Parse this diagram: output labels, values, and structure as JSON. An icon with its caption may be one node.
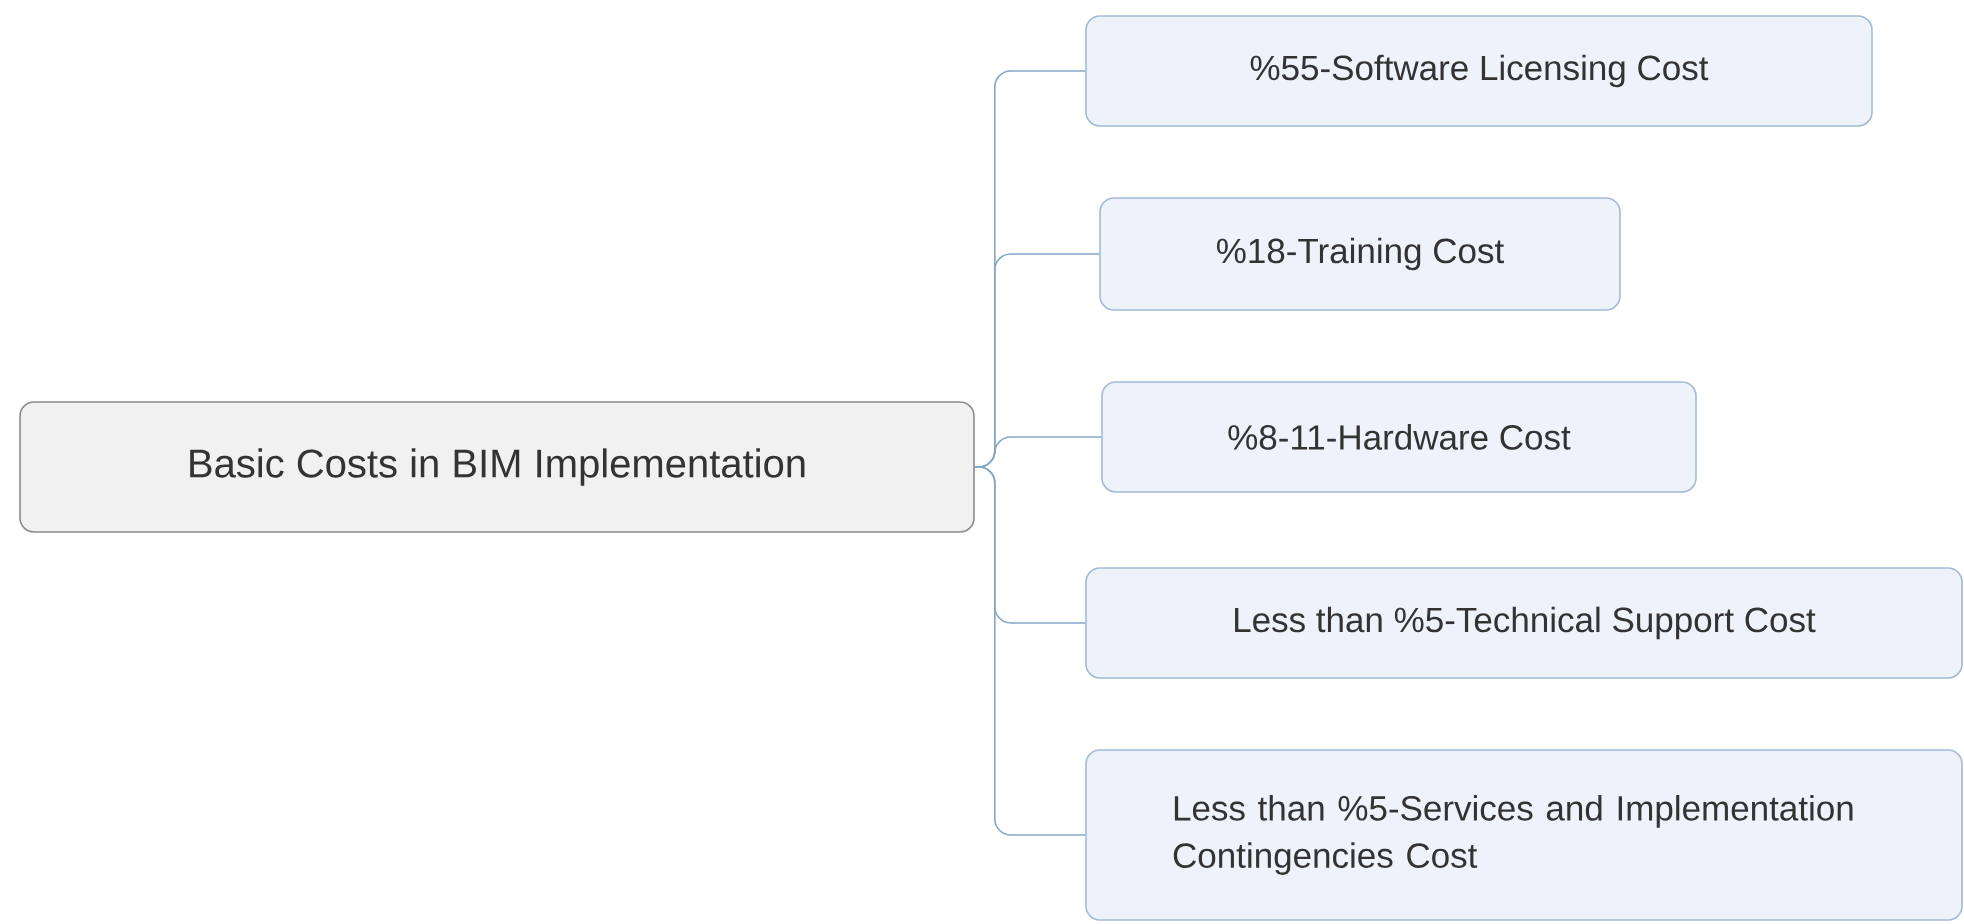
{
  "diagram": {
    "nodes": [
      {
        "text": [
          "Basic Costs in BIM Implementation"
        ]
      },
      {
        "text": [
          "%55-Software Licensing Cost"
        ]
      },
      {
        "text": [
          "%18-Training Cost"
        ]
      },
      {
        "text": [
          "%8-11-Hardware Cost"
        ]
      },
      {
        "text": [
          "Less than %5-Technical Support Cost"
        ]
      },
      {
        "text": [
          "Less than %5-Services and Implementation Contingencies Cost"
        ]
      }
    ],
    "edges": [
      {
        "from": 0,
        "to": 1,
        "arrow": "none"
      },
      {
        "from": 0,
        "to": 2,
        "arrow": "none"
      },
      {
        "from": 0,
        "to": 3,
        "arrow": "none"
      },
      {
        "from": 0,
        "to": 4,
        "arrow": "none"
      },
      {
        "from": 0,
        "to": 5,
        "arrow": "none"
      }
    ]
  }
}
